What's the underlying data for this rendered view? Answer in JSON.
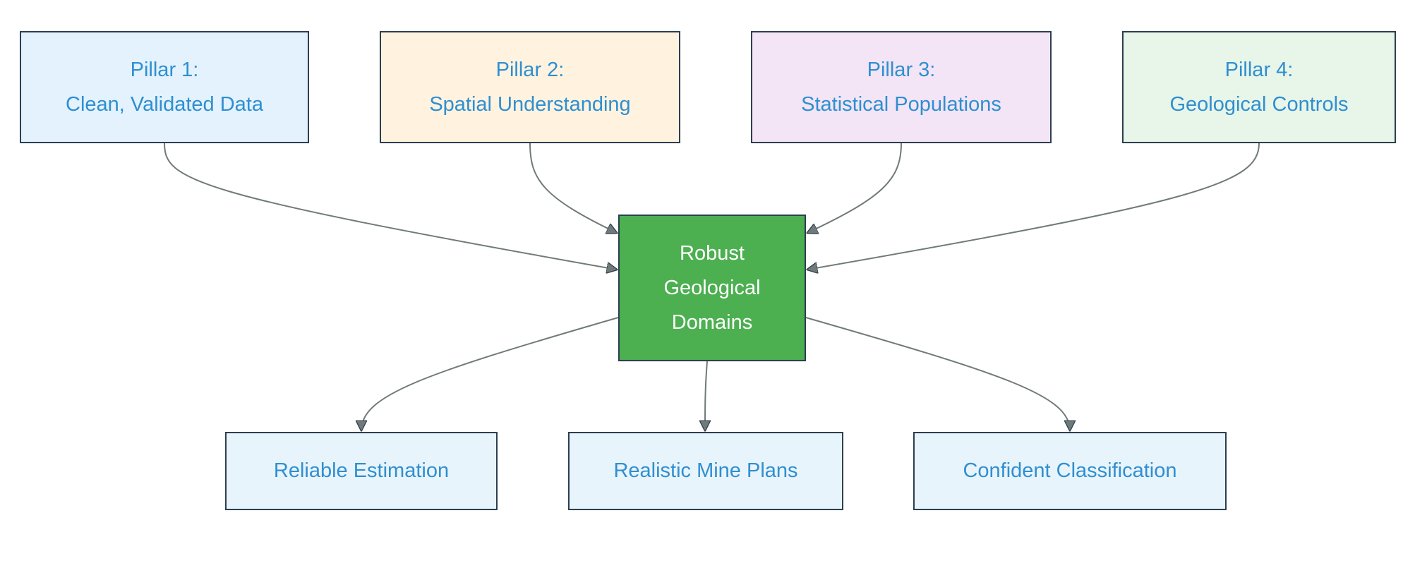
{
  "colors": {
    "pillar_1_fill": "#e3f2fd",
    "pillar_2_fill": "#fff3e0",
    "pillar_3_fill": "#f3e5f5",
    "pillar_4_fill": "#e8f5e9",
    "center_fill": "#4caf50",
    "outcome_fill": "#e8f4fb",
    "border": "#2d3e50",
    "text": "#2f8fd0",
    "center_text": "#ffffff",
    "edge": "#707a78",
    "arrowhead": "#707a78"
  },
  "pillars": [
    {
      "line1": "Pillar 1:",
      "line2": "Clean, Validated Data"
    },
    {
      "line1": "Pillar 2:",
      "line2": "Spatial Understanding"
    },
    {
      "line1": "Pillar 3:",
      "line2": "Statistical Populations"
    },
    {
      "line1": "Pillar 4:",
      "line2": "Geological Controls"
    }
  ],
  "center": {
    "line1": "Robust",
    "line2": "Geological",
    "line3": "Domains"
  },
  "outcomes": [
    {
      "label": "Reliable Estimation"
    },
    {
      "label": "Realistic Mine Plans"
    },
    {
      "label": "Confident Classification"
    }
  ],
  "edges": [
    {
      "from": "pillar-1",
      "to": "center"
    },
    {
      "from": "pillar-2",
      "to": "center"
    },
    {
      "from": "pillar-3",
      "to": "center"
    },
    {
      "from": "pillar-4",
      "to": "center"
    },
    {
      "from": "center",
      "to": "out-1"
    },
    {
      "from": "center",
      "to": "out-2"
    },
    {
      "from": "center",
      "to": "out-3"
    }
  ]
}
